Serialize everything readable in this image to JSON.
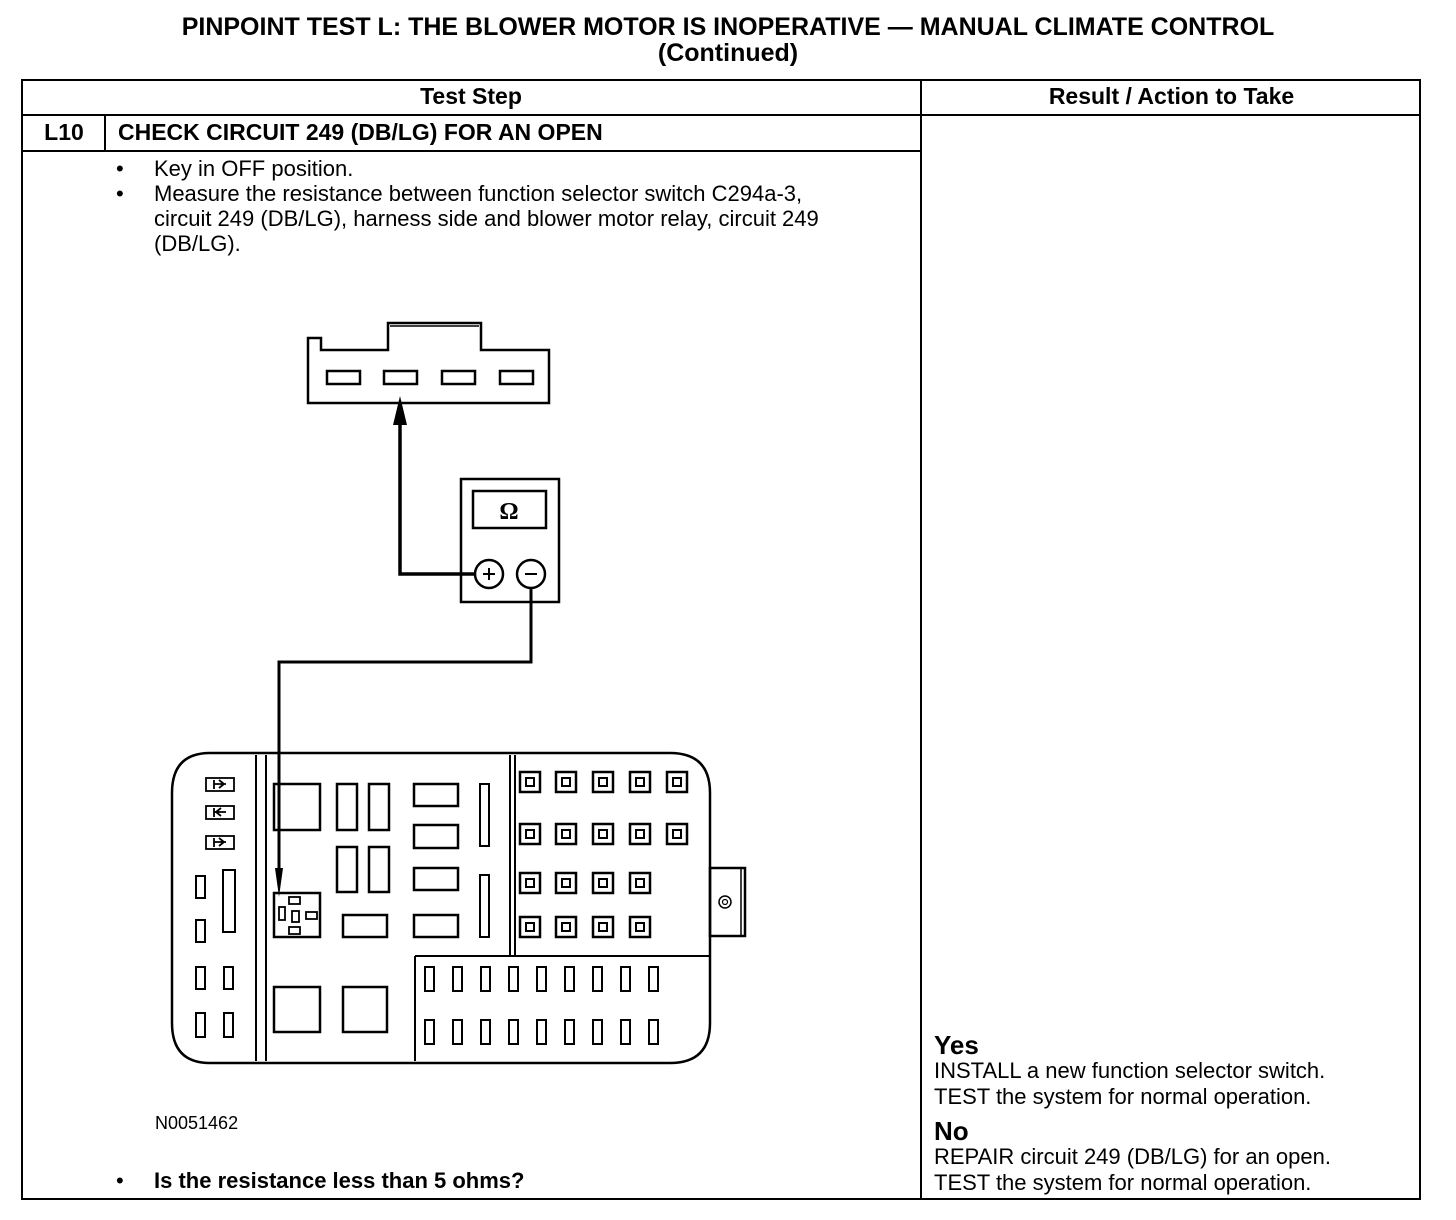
{
  "title_line1": "PINPOINT TEST  L: THE BLOWER MOTOR IS INOPERATIVE — MANUAL CLIMATE CONTROL",
  "title_line2": "(Continued)",
  "table": {
    "col1_header": "Test Step",
    "col2_header": "Result / Action to Take",
    "step_id": "L10",
    "step_title": "CHECK CIRCUIT 249 (DB/LG) FOR AN OPEN",
    "instructions": [
      "Key in OFF position.",
      "Measure the resistance between function selector switch C294a-3, circuit 249 (DB/LG), harness side and blower motor relay, circuit 249 (DB/LG)."
    ],
    "figure_id": "N0051462",
    "meter_symbol": "Ω",
    "question": "Is the resistance less than 5 ohms?",
    "bullet_symbol": "•",
    "yes_label": "Yes",
    "yes_actions": [
      "INSTALL a new function selector switch.",
      "TEST the system for normal operation."
    ],
    "no_label": "No",
    "no_actions": [
      "REPAIR circuit 249 (DB/LG) for an open.",
      "TEST the system for normal operation."
    ]
  }
}
